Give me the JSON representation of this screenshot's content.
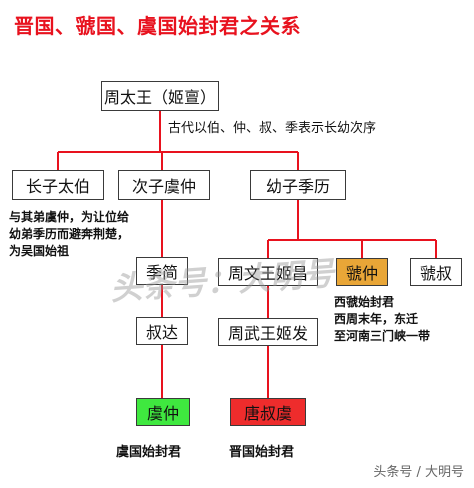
{
  "title": "晋国、虢国、虞国始封君之关系",
  "colors": {
    "line": "#e8121e",
    "gold": "#e9a637",
    "green": "#3fe83f",
    "red": "#ee2c2c",
    "title": "#e8121e"
  },
  "nodes": {
    "zhou_taiwang": "周太王（姬亶）",
    "zhangzi_taibo": "长子太伯",
    "cizi_yuzhong": "次子虞仲",
    "youzi_jili": "幼子季历",
    "jijian": "季简",
    "shuda": "叔达",
    "yuzhong_green": "虞仲",
    "zhou_wenwang": "周文王姬昌",
    "zhou_wuwang": "周武王姬发",
    "tang_shuyu": "唐叔虞",
    "guozhong": "虢仲",
    "guoshu": "虢叔"
  },
  "notes": {
    "order": "古代以伯、仲、叔、季表示长幼次序",
    "taibo": [
      "与其弟虞仲，为让位给",
      "幼弟季历而避奔荆楚，",
      "为吴国始祖"
    ],
    "guo": [
      "西虢始封君",
      "西周末年，东迁",
      "至河南三门峡一带"
    ]
  },
  "captions": {
    "yu": "虞国始封君",
    "jin": "晋国始封君"
  },
  "watermark": "头条号：大明号",
  "credit": "头条号 / 大明号"
}
